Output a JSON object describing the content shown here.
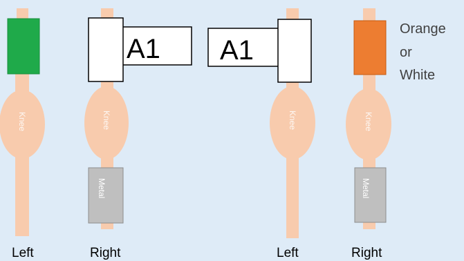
{
  "colors": {
    "background": "#deebf7",
    "leg": "#f8cbad",
    "green_band": "#1faa4a",
    "orange_band": "#ed7d31",
    "metal": "#bfbfbf",
    "tag": "#ffffff"
  },
  "legs": [
    {
      "label": "Left",
      "knee": "Knee",
      "top": "green-band"
    },
    {
      "label": "Right",
      "knee": "Knee",
      "top": "white-band",
      "tag": "A1",
      "metal": "Metal"
    },
    {
      "label": "Left",
      "knee": "Knee",
      "top": "white-band",
      "tag": "A1"
    },
    {
      "label": "Right",
      "knee": "Knee",
      "top": "orange-band",
      "metal": "Metal"
    }
  ],
  "note": {
    "line1": "Orange",
    "line2": "or",
    "line3": "White"
  }
}
